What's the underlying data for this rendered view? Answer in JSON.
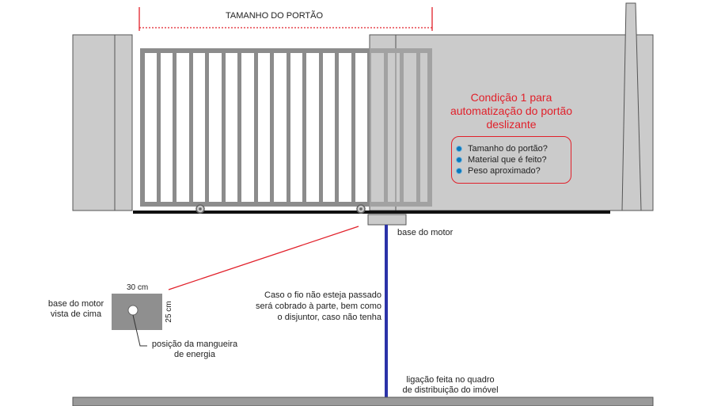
{
  "labels": {
    "gate_size": "TAMANHO DO PORTÃO",
    "condition_title": [
      "Condição 1 para",
      "automatização do portão",
      "deslizante"
    ],
    "questions": [
      "Tamanho do portão?",
      "Material que é feito?",
      "Peso aproximado?"
    ],
    "motor_base": "base do motor",
    "motor_base_top": [
      "base do motor",
      "vista de cima"
    ],
    "width_dim": "30 cm",
    "height_dim": "25 cm",
    "hose_position": [
      "posição da mangueira",
      "de energia"
    ],
    "wire_note": [
      "Caso o fio não esteja passado",
      "será cobrado à parte, bem como",
      "o disjuntor, caso não tenha"
    ],
    "panel_link": [
      "ligação feita no quadro",
      "de distribuição do imóvel"
    ]
  },
  "colors": {
    "wall": "#cbcbcb",
    "gate_frame": "#8c8c8c",
    "red": "#e1202a",
    "cable": "#2b33a8",
    "rail": "#111111"
  }
}
